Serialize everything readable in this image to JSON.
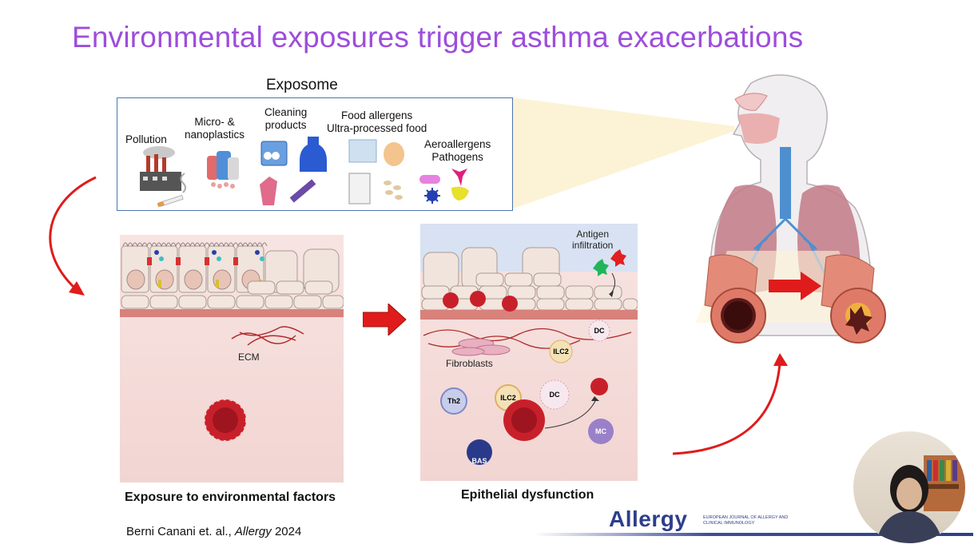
{
  "slide": {
    "title": "Environmental exposures trigger asthma exacerbations",
    "exposome": {
      "heading": "Exposome",
      "categories": [
        {
          "label": "Pollution"
        },
        {
          "label_line1": "Micro- &",
          "label_line2": "nanoplastics"
        },
        {
          "label_line1": "Cleaning",
          "label_line2": "products"
        },
        {
          "label_line1": "Food allergens",
          "label_line2": "Ultra-processed food"
        },
        {
          "label_line1": "Aeroallergens",
          "label_line2": "Pathogens"
        }
      ]
    },
    "left_panel": {
      "ecm_label": "ECM",
      "caption": "Exposure to environmental factors"
    },
    "right_panel": {
      "antigen_label_line1": "Antigen",
      "antigen_label_line2": "infiltration",
      "fibroblasts_label": "Fibroblasts",
      "cells": {
        "ilc2_top": "ILC2",
        "dc_top": "DC",
        "th2": "Th2",
        "ilc2_bottom": "ILC2",
        "dc_bottom": "DC",
        "bas": "BAS",
        "mc": "MC"
      },
      "caption": "Epithelial dysfunction"
    },
    "citation": {
      "authors": "Berni Canani et. al., ",
      "journal": "Allergy",
      "year": " 2024"
    },
    "journal_logo": {
      "name": "Allergy",
      "subtitle": "EUROPEAN JOURNAL OF ALLERGY AND CLINICAL IMMUNOLOGY"
    },
    "colors": {
      "title": "#9d4ddb",
      "arrow_red": "#e01b1b",
      "box_border": "#4b74b0",
      "logo_blue": "#2e3e8c"
    }
  }
}
